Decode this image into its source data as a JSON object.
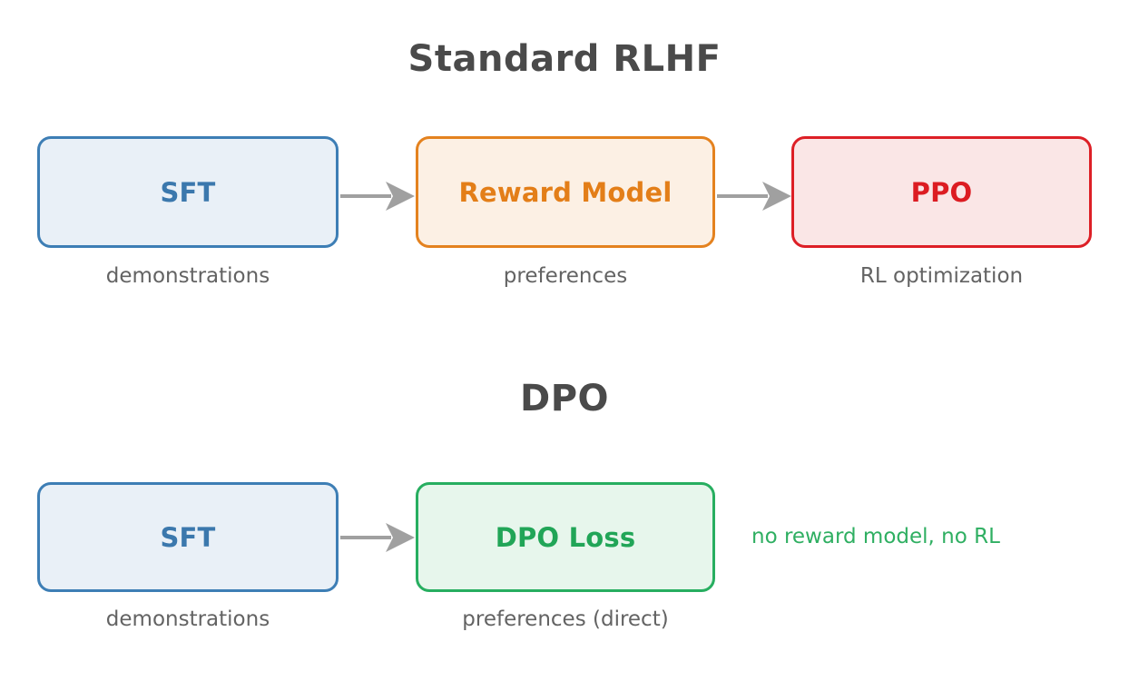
{
  "figure": {
    "background": "#ffffff",
    "arrow_color": "#a0a0a0",
    "caption_color": "#636363"
  },
  "sections": [
    {
      "id": "standard-rlhf",
      "title": "Standard RLHF",
      "stages": [
        {
          "label": "SFT",
          "caption": "demonstrations",
          "fill": "#e9f0f7",
          "stroke": "#3d7eb5",
          "text_color": "#3b78ad"
        },
        {
          "label": "Reward Model",
          "caption": "preferences",
          "fill": "#fcf0e4",
          "stroke": "#e4821f",
          "text_color": "#e37e18"
        },
        {
          "label": "PPO",
          "caption": "RL optimization",
          "fill": "#fae6e6",
          "stroke": "#dd1f26",
          "text_color": "#dc1c22"
        }
      ]
    },
    {
      "id": "dpo",
      "title": "DPO",
      "stages": [
        {
          "label": "SFT",
          "caption": "demonstrations",
          "fill": "#e9f0f7",
          "stroke": "#3d7eb5",
          "text_color": "#3b78ad"
        },
        {
          "label": "DPO Loss",
          "caption": "preferences (direct)",
          "fill": "#e7f6ec",
          "stroke": "#27ae60",
          "text_color": "#21a557"
        }
      ],
      "note": "no reward model, no RL",
      "note_color": "#2faf62"
    }
  ]
}
